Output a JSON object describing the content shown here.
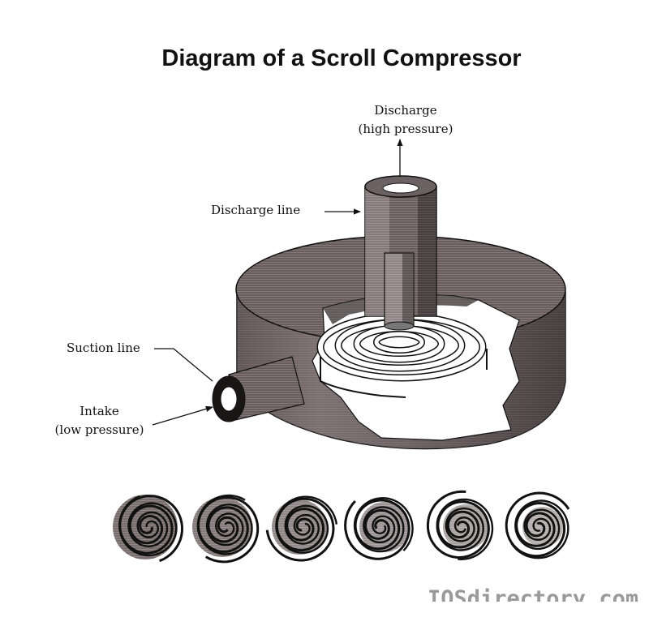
{
  "title": "Diagram of a Scroll Compressor",
  "labels": {
    "discharge_line1": "Discharge",
    "discharge_line2": "(high pressure)",
    "discharge_pipe": "Discharge line",
    "suction": "Suction line",
    "intake_line1": "Intake",
    "intake_line2": "(low pressure)"
  },
  "watermark": "IQSdirectory.com",
  "colors": {
    "ink": "#111111",
    "body_dark": "#4a4243",
    "body_mid": "#7a6e6f",
    "body_light": "#a89d9e",
    "cutaway": "#ffffff"
  }
}
